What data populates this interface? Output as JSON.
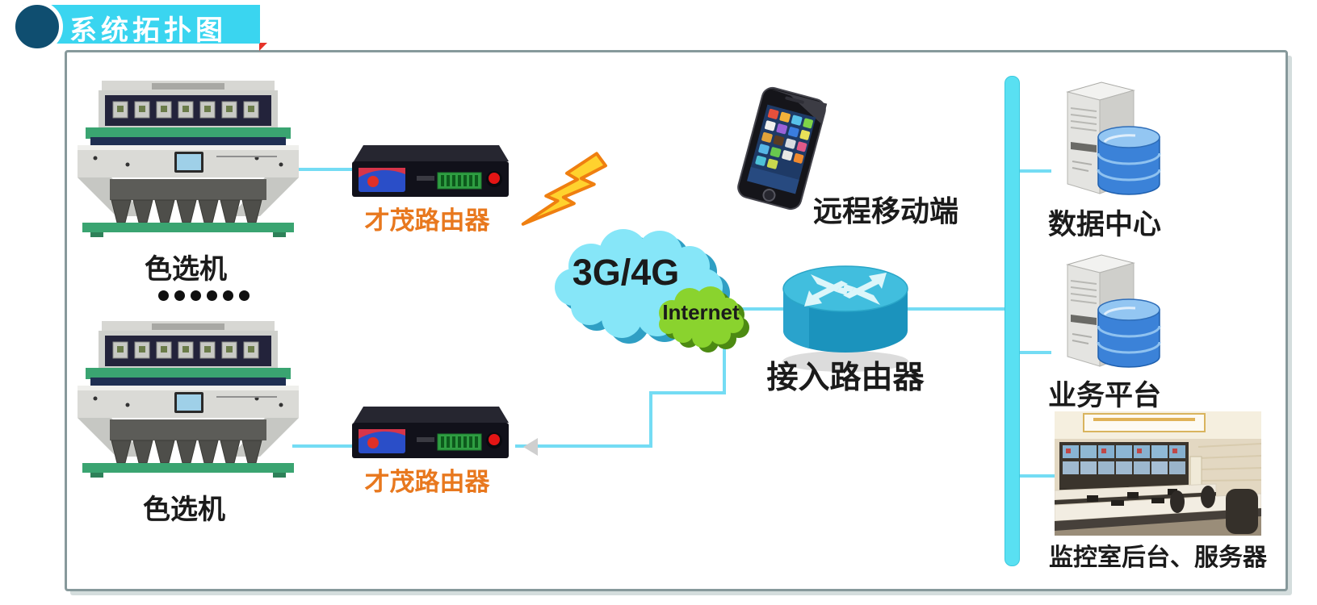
{
  "header": {
    "title": "系统拓扑图"
  },
  "diagram": {
    "sorter1_label": "色选机",
    "sorter2_label": "色选机",
    "ellipsis_dots": 6,
    "router1_label": "才茂路由器",
    "router2_label": "才茂路由器",
    "cloud_label": "3G/4G",
    "internet_label": "Internet",
    "mobile_label": "远程移动端",
    "access_router_label": "接入路由器",
    "data_center_label": "数据中心",
    "business_platform_label": "业务平台",
    "monitor_room_label": "监控室后台、服务器"
  },
  "colors": {
    "banner_cyan": "#3ad5f0",
    "badge_navy": "#0f4e70",
    "line_cyan": "#74dcf4",
    "backbone_bar_cyan": "#59e0f2",
    "router_label_orange": "#e8781e",
    "cloud_fill": "#86e6f8",
    "cloud_shadow": "#2f9fc4",
    "internet_green": "#8ad32e",
    "frame_border": "#87999b",
    "bolt_yellow": "#ffd22e",
    "bolt_orange": "#ef7f10",
    "database_blue": "#3b82d8",
    "router_cylinder_blue": "#1b93bd"
  }
}
